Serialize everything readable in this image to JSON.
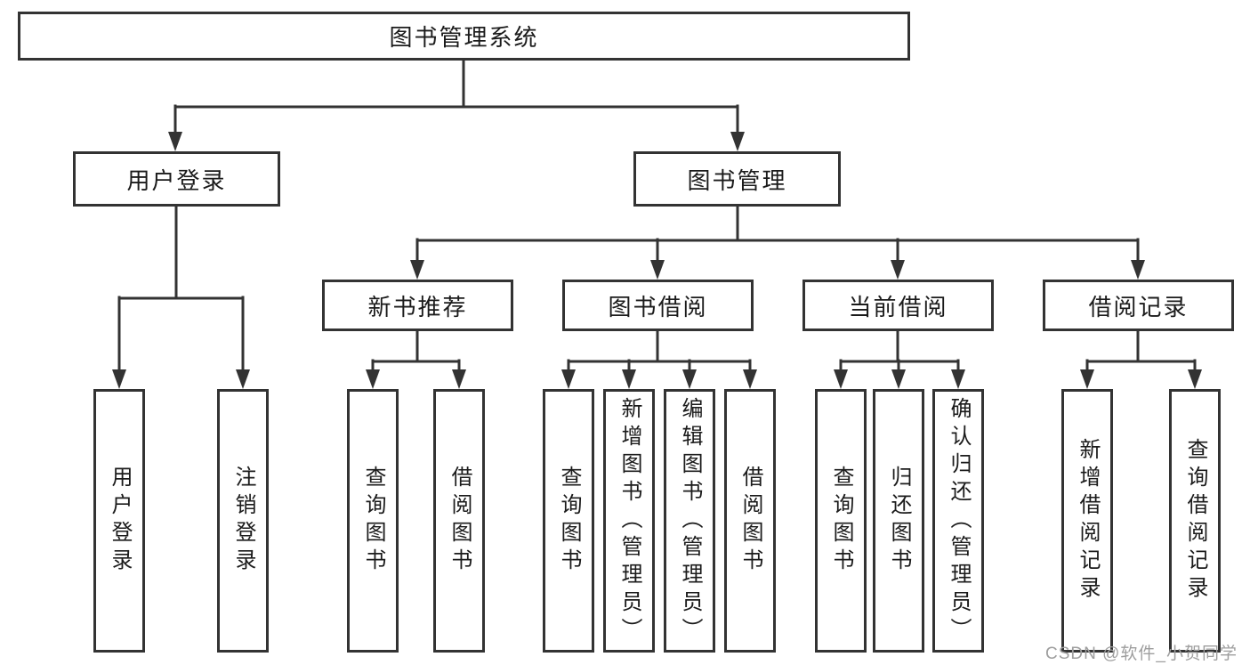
{
  "diagram_type": "tree",
  "tree": {
    "root": {
      "label": "图书管理系统",
      "children": [
        {
          "label": "用户登录",
          "children": [
            {
              "label": "用户登录"
            },
            {
              "label": "注销登录"
            }
          ]
        },
        {
          "label": "图书管理",
          "children": [
            {
              "label": "新书推荐",
              "children": [
                {
                  "label": "查询图书"
                },
                {
                  "label": "借阅图书"
                }
              ]
            },
            {
              "label": "图书借阅",
              "children": [
                {
                  "label": "查询图书"
                },
                {
                  "label": "新增图书（管理员）"
                },
                {
                  "label": "编辑图书（管理员）"
                },
                {
                  "label": "借阅图书"
                }
              ]
            },
            {
              "label": "当前借阅",
              "children": [
                {
                  "label": "查询图书"
                },
                {
                  "label": "归还图书"
                },
                {
                  "label": "确认归还（管理员）"
                }
              ]
            },
            {
              "label": "借阅记录",
              "children": [
                {
                  "label": "新增借阅记录"
                },
                {
                  "label": "查询借阅记录"
                }
              ]
            }
          ]
        }
      ]
    }
  },
  "watermark": {
    "text": "CSDN @软件_小贺同学"
  },
  "colors": {
    "line": "#333333",
    "box_border": "#333333",
    "text": "#1b1b1b",
    "watermark": "#9e9e9e",
    "background": "#ffffff"
  }
}
